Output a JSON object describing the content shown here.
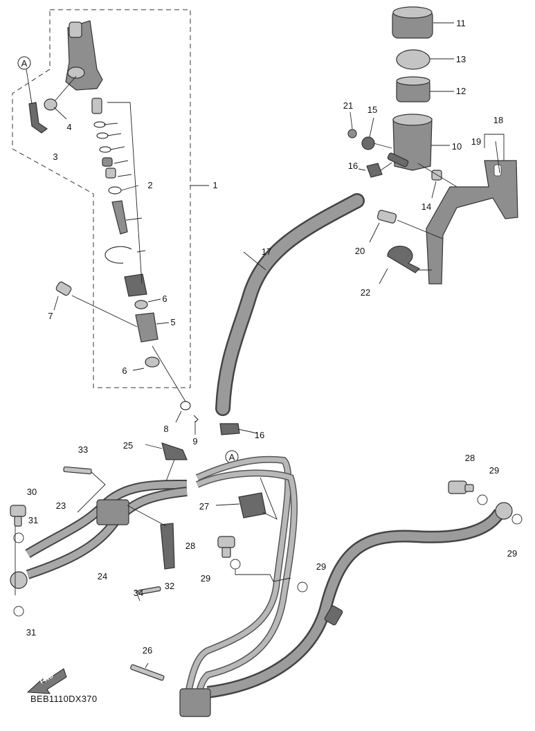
{
  "diagram": {
    "code": "BEB1110DX370",
    "fwd_label": "FWD",
    "ref_marker": "A",
    "callouts": [
      "1",
      "2",
      "3",
      "4",
      "5",
      "6",
      "6",
      "7",
      "8",
      "9",
      "10",
      "11",
      "12",
      "13",
      "14",
      "15",
      "16",
      "16",
      "17",
      "18",
      "19",
      "20",
      "21",
      "22",
      "23",
      "24",
      "25",
      "26",
      "27",
      "28",
      "28",
      "29",
      "29",
      "29",
      "29",
      "30",
      "31",
      "31",
      "32",
      "33",
      "34"
    ]
  }
}
